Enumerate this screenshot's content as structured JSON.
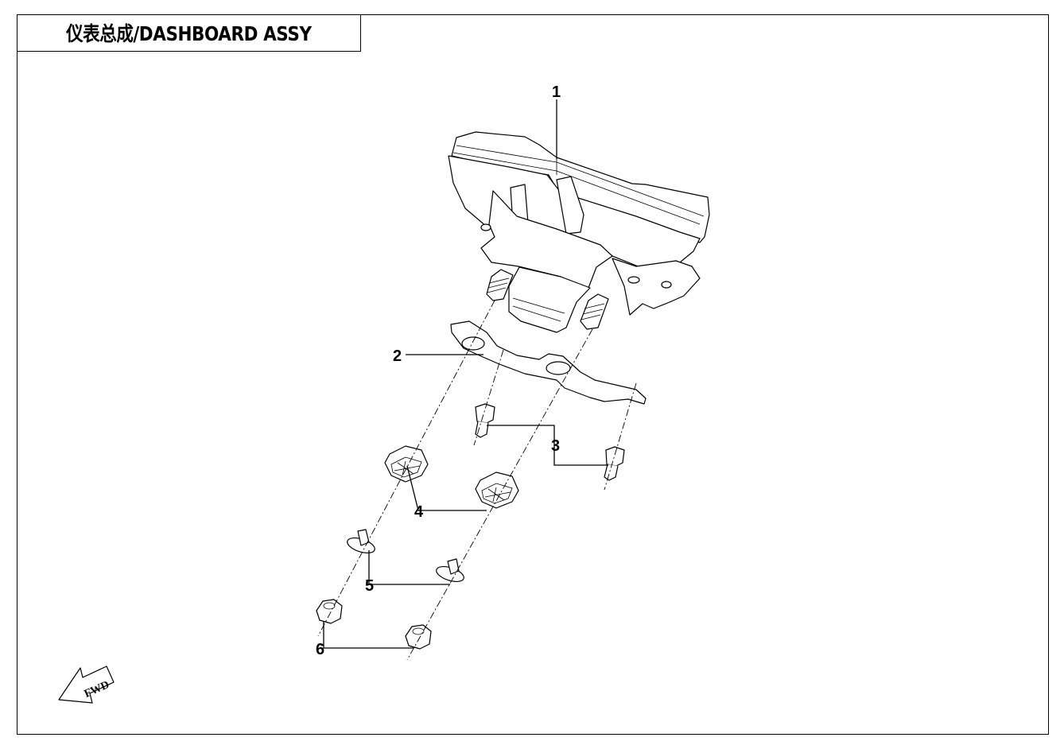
{
  "title": "仪表总成/DASHBOARD ASSY",
  "fwd_label": "FWD",
  "callouts": [
    {
      "id": "1",
      "label": "1"
    },
    {
      "id": "2",
      "label": "2"
    },
    {
      "id": "3",
      "label": "3"
    },
    {
      "id": "4",
      "label": "4"
    },
    {
      "id": "5",
      "label": "5"
    },
    {
      "id": "6",
      "label": "6"
    }
  ]
}
